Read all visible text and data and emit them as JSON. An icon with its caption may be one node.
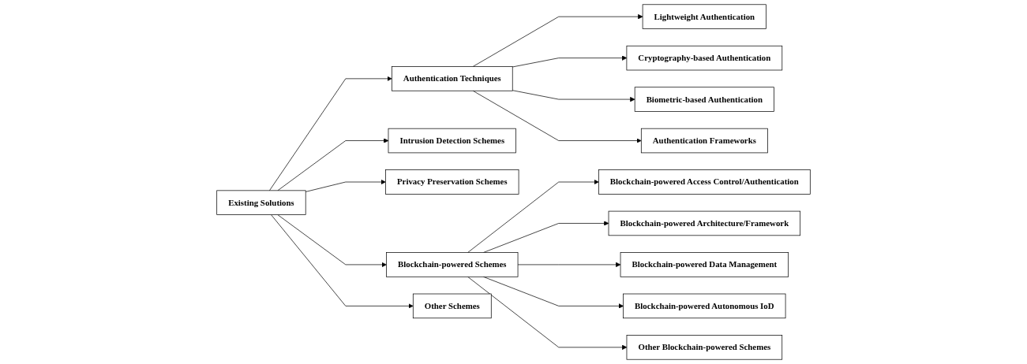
{
  "diagram": {
    "nodes": [
      {
        "text": [
          "Existing Solutions"
        ]
      },
      {
        "text": [
          "Authentication Techniques"
        ]
      },
      {
        "text": [
          "Intrusion Detection Schemes"
        ]
      },
      {
        "text": [
          "Privacy Preservation Schemes"
        ]
      },
      {
        "text": [
          "Blockchain-powered Schemes"
        ]
      },
      {
        "text": [
          "Other Schemes"
        ]
      },
      {
        "text": [
          "Lightweight Authentication"
        ]
      },
      {
        "text": [
          "Cryptography-based Authentication"
        ]
      },
      {
        "text": [
          "Biometric-based Authentication"
        ]
      },
      {
        "text": [
          "Authentication Frameworks"
        ]
      },
      {
        "text": [
          "Blockchain-powered Access Control/Authentication"
        ]
      },
      {
        "text": [
          "Blockchain-powered Architecture/Framework"
        ]
      },
      {
        "text": [
          "Blockchain-powered Data Management"
        ]
      },
      {
        "text": [
          "Blockchain-powered Autonomous IoD"
        ]
      },
      {
        "text": [
          "Other Blockchain-powered Schemes"
        ]
      }
    ],
    "edges": [
      {
        "from": 0,
        "to": 1,
        "arrow": "to"
      },
      {
        "from": 0,
        "to": 2,
        "arrow": "to"
      },
      {
        "from": 0,
        "to": 3,
        "arrow": "to"
      },
      {
        "from": 0,
        "to": 4,
        "arrow": "to"
      },
      {
        "from": 0,
        "to": 5,
        "arrow": "to"
      },
      {
        "from": 1,
        "to": 6,
        "arrow": "to"
      },
      {
        "from": 1,
        "to": 7,
        "arrow": "to"
      },
      {
        "from": 1,
        "to": 8,
        "arrow": "to"
      },
      {
        "from": 1,
        "to": 9,
        "arrow": "to"
      },
      {
        "from": 4,
        "to": 10,
        "arrow": "to"
      },
      {
        "from": 4,
        "to": 11,
        "arrow": "to"
      },
      {
        "from": 4,
        "to": 12,
        "arrow": "to"
      },
      {
        "from": 4,
        "to": 13,
        "arrow": "to"
      },
      {
        "from": 4,
        "to": 14,
        "arrow": "to"
      }
    ]
  }
}
